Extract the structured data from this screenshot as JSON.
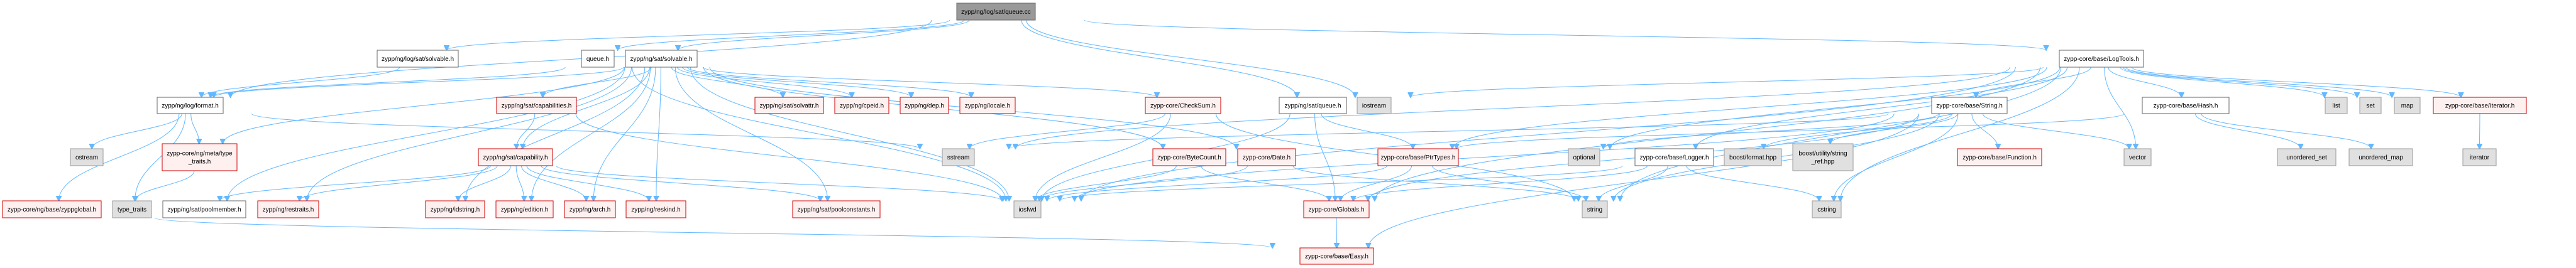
{
  "graph": {
    "title": "zypp/ng/log/sat/queue.cc",
    "kind": "include-dependency-graph",
    "colors": {
      "edge": "#63b8ff",
      "root_fill": "#999999",
      "documented_fill": "#ffffff",
      "undocumented_fill": "#fff0f0",
      "undocumented_border": "#cc0000",
      "system_fill": "#e0e0e0"
    },
    "nodes": [
      {
        "id": "queue_cc",
        "label": "zypp/ng/log/sat/queue.cc",
        "style": "root"
      },
      {
        "id": "log_solvable",
        "label": "zypp/ng/log/sat/solvable.h",
        "style": "doc"
      },
      {
        "id": "queue_h",
        "label": "queue.h",
        "style": "doc"
      },
      {
        "id": "sat_solvable",
        "label": "zypp/ng/sat/solvable.h",
        "style": "doc"
      },
      {
        "id": "logtools",
        "label": "zypp-core/base/LogTools.h",
        "style": "doc"
      },
      {
        "id": "format",
        "label": "zypp/ng/log/format.h",
        "style": "doc"
      },
      {
        "id": "meta_type_traits",
        "label": "zypp-core/ng/meta/type\n_traits.h",
        "style": "red"
      },
      {
        "id": "capabilities",
        "label": "zypp/ng/sat/capabilities.h",
        "style": "red"
      },
      {
        "id": "solvattr",
        "label": "zypp/ng/sat/solvattr.h",
        "style": "red"
      },
      {
        "id": "cpeid",
        "label": "zypp/ng/cpeid.h",
        "style": "red"
      },
      {
        "id": "dep",
        "label": "zypp/ng/dep.h",
        "style": "red"
      },
      {
        "id": "locale",
        "label": "zypp/ng/locale.h",
        "style": "red"
      },
      {
        "id": "checksum",
        "label": "zypp-core/CheckSum.h",
        "style": "red"
      },
      {
        "id": "sat_queue",
        "label": "zypp/ng/sat/queue.h",
        "style": "doc"
      },
      {
        "id": "iostream",
        "label": "iostream",
        "style": "sys"
      },
      {
        "id": "string_h",
        "label": "zypp-core/base/String.h",
        "style": "doc"
      },
      {
        "id": "hash",
        "label": "zypp-core/base/Hash.h",
        "style": "doc"
      },
      {
        "id": "list",
        "label": "list",
        "style": "sys"
      },
      {
        "id": "set",
        "label": "set",
        "style": "sys"
      },
      {
        "id": "map",
        "label": "map",
        "style": "sys"
      },
      {
        "id": "iterator_h",
        "label": "zypp-core/base/Iterator.h",
        "style": "red"
      },
      {
        "id": "ostream",
        "label": "ostream",
        "style": "sys"
      },
      {
        "id": "capability",
        "label": "zypp/ng/sat/capability.h",
        "style": "red"
      },
      {
        "id": "sstream",
        "label": "sstream",
        "style": "sys"
      },
      {
        "id": "bytecount",
        "label": "zypp-core/ByteCount.h",
        "style": "red"
      },
      {
        "id": "date",
        "label": "zypp-core/Date.h",
        "style": "red"
      },
      {
        "id": "ptrtypes",
        "label": "zypp-core/base/PtrTypes.h",
        "style": "red"
      },
      {
        "id": "optional",
        "label": "optional",
        "style": "sys"
      },
      {
        "id": "logger",
        "label": "zypp-core/base/Logger.h",
        "style": "doc"
      },
      {
        "id": "boost_format",
        "label": "boost/format.hpp",
        "style": "sys"
      },
      {
        "id": "string_ref",
        "label": "boost/utility/string\n_ref.hpp",
        "style": "sys"
      },
      {
        "id": "function_h",
        "label": "zypp-core/base/Function.h",
        "style": "red"
      },
      {
        "id": "vector",
        "label": "vector",
        "style": "sys"
      },
      {
        "id": "unordered_set",
        "label": "unordered_set",
        "style": "sys"
      },
      {
        "id": "unordered_map",
        "label": "unordered_map",
        "style": "sys"
      },
      {
        "id": "iterator",
        "label": "iterator",
        "style": "sys"
      },
      {
        "id": "zyppglobal",
        "label": "zypp-core/ng/base/zyppglobal.h",
        "style": "red"
      },
      {
        "id": "type_traits",
        "label": "type_traits",
        "style": "sys"
      },
      {
        "id": "poolmember",
        "label": "zypp/ng/sat/poolmember.h",
        "style": "doc"
      },
      {
        "id": "restraits",
        "label": "zypp/ng/restraits.h",
        "style": "red"
      },
      {
        "id": "idstring",
        "label": "zypp/ng/idstring.h",
        "style": "red"
      },
      {
        "id": "edition",
        "label": "zypp/ng/edition.h",
        "style": "red"
      },
      {
        "id": "arch",
        "label": "zypp/ng/arch.h",
        "style": "red"
      },
      {
        "id": "reskind",
        "label": "zypp/ng/reskind.h",
        "style": "red"
      },
      {
        "id": "poolconstants",
        "label": "zypp/ng/sat/poolconstants.h",
        "style": "red"
      },
      {
        "id": "iosfwd",
        "label": "iosfwd",
        "style": "sys"
      },
      {
        "id": "globals",
        "label": "zypp-core/Globals.h",
        "style": "red"
      },
      {
        "id": "string",
        "label": "string",
        "style": "sys"
      },
      {
        "id": "cstring",
        "label": "cstring",
        "style": "sys"
      },
      {
        "id": "easy",
        "label": "zypp-core/base/Easy.h",
        "style": "red"
      }
    ],
    "edges": [
      [
        "queue_cc",
        "log_solvable"
      ],
      [
        "queue_cc",
        "queue_h"
      ],
      [
        "queue_cc",
        "sat_solvable"
      ],
      [
        "queue_cc",
        "sat_queue"
      ],
      [
        "queue_cc",
        "iostream"
      ],
      [
        "queue_cc",
        "logtools"
      ],
      [
        "queue_cc",
        "format"
      ],
      [
        "log_solvable",
        "format"
      ],
      [
        "queue_h",
        "format"
      ],
      [
        "queue_h",
        "iosfwd"
      ],
      [
        "sat_solvable",
        "format"
      ],
      [
        "sat_solvable",
        "meta_type_traits"
      ],
      [
        "sat_solvable",
        "poolmember"
      ],
      [
        "sat_solvable",
        "restraits"
      ],
      [
        "sat_solvable",
        "idstring"
      ],
      [
        "sat_solvable",
        "edition"
      ],
      [
        "sat_solvable",
        "capabilities"
      ],
      [
        "sat_solvable",
        "capability"
      ],
      [
        "sat_solvable",
        "arch"
      ],
      [
        "sat_solvable",
        "reskind"
      ],
      [
        "sat_solvable",
        "poolconstants"
      ],
      [
        "sat_solvable",
        "solvattr"
      ],
      [
        "sat_solvable",
        "cpeid"
      ],
      [
        "sat_solvable",
        "dep"
      ],
      [
        "sat_solvable",
        "locale"
      ],
      [
        "sat_solvable",
        "checksum"
      ],
      [
        "sat_solvable",
        "bytecount"
      ],
      [
        "sat_solvable",
        "date"
      ],
      [
        "sat_solvable",
        "iosfwd"
      ],
      [
        "format",
        "ostream"
      ],
      [
        "format",
        "zyppglobal"
      ],
      [
        "format",
        "type_traits"
      ],
      [
        "format",
        "meta_type_traits"
      ],
      [
        "format",
        "sstream"
      ],
      [
        "meta_type_traits",
        "type_traits"
      ],
      [
        "capabilities",
        "capability"
      ],
      [
        "capabilities",
        "iosfwd"
      ],
      [
        "capability",
        "restraits"
      ],
      [
        "capability",
        "idstring"
      ],
      [
        "capability",
        "edition"
      ],
      [
        "capability",
        "arch"
      ],
      [
        "capability",
        "reskind"
      ],
      [
        "capability",
        "poolconstants"
      ],
      [
        "capability",
        "iosfwd"
      ],
      [
        "capability",
        "poolmember"
      ],
      [
        "checksum",
        "sstream"
      ],
      [
        "checksum",
        "iosfwd"
      ],
      [
        "checksum",
        "string"
      ],
      [
        "sat_queue",
        "globals"
      ],
      [
        "sat_queue",
        "ptrtypes"
      ],
      [
        "sat_queue",
        "iosfwd"
      ],
      [
        "bytecount",
        "iosfwd"
      ],
      [
        "bytecount",
        "globals"
      ],
      [
        "date",
        "iosfwd"
      ],
      [
        "date",
        "string"
      ],
      [
        "ptrtypes",
        "iosfwd"
      ],
      [
        "ptrtypes",
        "string"
      ],
      [
        "ptrtypes",
        "globals"
      ],
      [
        "logtools",
        "string_h"
      ],
      [
        "logtools",
        "hash"
      ],
      [
        "logtools",
        "list"
      ],
      [
        "logtools",
        "set"
      ],
      [
        "logtools",
        "map"
      ],
      [
        "logtools",
        "iterator_h"
      ],
      [
        "logtools",
        "vector"
      ],
      [
        "logtools",
        "iostream"
      ],
      [
        "logtools",
        "optional"
      ],
      [
        "logtools",
        "logger"
      ],
      [
        "logtools",
        "ptrtypes"
      ],
      [
        "logtools",
        "sstream"
      ],
      [
        "logtools",
        "iosfwd"
      ],
      [
        "logtools",
        "string"
      ],
      [
        "logtools",
        "cstring"
      ],
      [
        "logtools",
        "globals"
      ],
      [
        "string_h",
        "boost_format"
      ],
      [
        "string_h",
        "string_ref"
      ],
      [
        "string_h",
        "function_h"
      ],
      [
        "string_h",
        "vector"
      ],
      [
        "string_h",
        "optional"
      ],
      [
        "string_h",
        "iosfwd"
      ],
      [
        "string_h",
        "sstream"
      ],
      [
        "string_h",
        "string"
      ],
      [
        "string_h",
        "cstring"
      ],
      [
        "string_h",
        "globals"
      ],
      [
        "string_h",
        "easy"
      ],
      [
        "logger",
        "iosfwd"
      ],
      [
        "logger",
        "string"
      ],
      [
        "logger",
        "cstring"
      ],
      [
        "logger",
        "globals"
      ],
      [
        "hash",
        "unordered_set"
      ],
      [
        "hash",
        "unordered_map"
      ],
      [
        "hash",
        "ptrtypes"
      ],
      [
        "iterator_h",
        "iterator"
      ],
      [
        "zyppglobal",
        "easy"
      ],
      [
        "globals",
        "easy"
      ]
    ]
  }
}
